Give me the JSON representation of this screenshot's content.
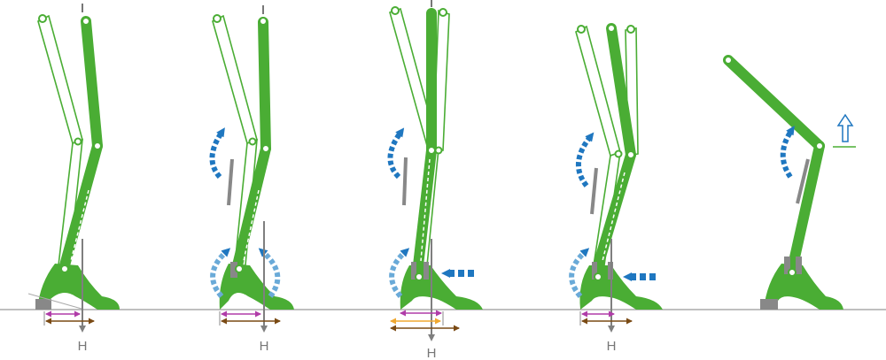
{
  "figures": [
    {
      "name": "phase-1",
      "force_label": "H"
    },
    {
      "name": "phase-2",
      "force_label": "H"
    },
    {
      "name": "phase-3",
      "force_label": "H"
    },
    {
      "name": "phase-4",
      "force_label": "H"
    },
    {
      "name": "phase-5"
    }
  ],
  "colors": {
    "leg": "#4aad34",
    "ground": "#aaaaaa",
    "force": "#7f7f7f",
    "moment": "#1f77c0",
    "arm_short": "#b03ca8",
    "arm_long": "#7a4a14",
    "arm_mid": "#f0a830"
  }
}
